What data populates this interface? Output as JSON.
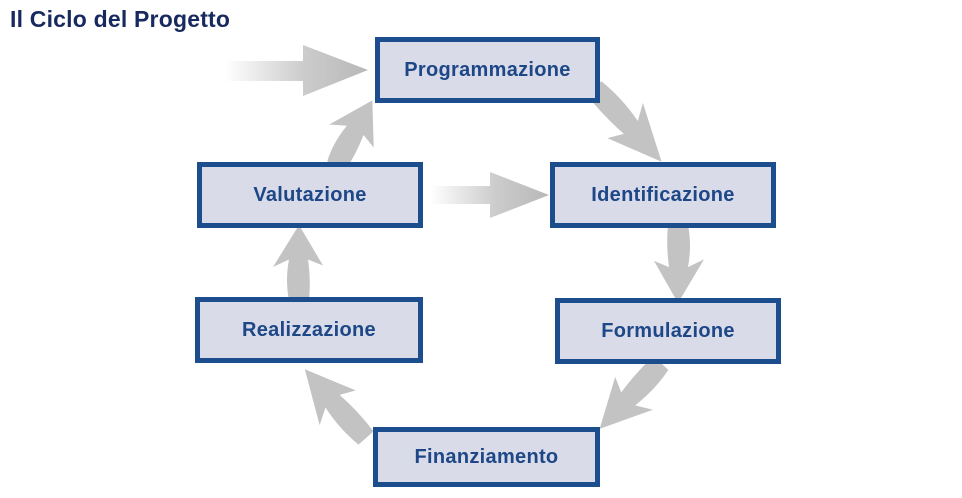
{
  "title": "Il Ciclo del Progetto",
  "cycle": {
    "direction": "clockwise",
    "stages": [
      {
        "label": "Programmazione",
        "position": "top"
      },
      {
        "label": "Identificazione",
        "position": "upper-right"
      },
      {
        "label": "Formulazione",
        "position": "lower-right"
      },
      {
        "label": "Finanziamento",
        "position": "bottom"
      },
      {
        "label": "Realizzazione",
        "position": "lower-left"
      },
      {
        "label": "Valutazione",
        "position": "upper-left"
      }
    ],
    "flows": [
      {
        "from": "(entry)",
        "to": "Programmazione",
        "style": "gradient-straight"
      },
      {
        "from": "Programmazione",
        "to": "Identificazione",
        "style": "gray-cycle"
      },
      {
        "from": "Identificazione",
        "to": "Formulazione",
        "style": "gray-cycle"
      },
      {
        "from": "Formulazione",
        "to": "Finanziamento",
        "style": "gray-cycle"
      },
      {
        "from": "Finanziamento",
        "to": "Realizzazione",
        "style": "gray-cycle"
      },
      {
        "from": "Realizzazione",
        "to": "Valutazione",
        "style": "gray-cycle"
      },
      {
        "from": "Valutazione",
        "to": "Programmazione",
        "style": "gray-cycle"
      },
      {
        "from": "Valutazione",
        "to": "Identificazione",
        "style": "gradient-straight"
      }
    ],
    "colors": {
      "box_fill": "#d9dbe8",
      "box_border": "#1c4e8e",
      "label_text": "#1d4787",
      "title_text": "#17295f",
      "arrow_gray": "#c3c3c3",
      "arrow_gradient_start": "#ffffff",
      "arrow_gradient_end": "#b8b8b8",
      "background": "#ffffff"
    }
  }
}
